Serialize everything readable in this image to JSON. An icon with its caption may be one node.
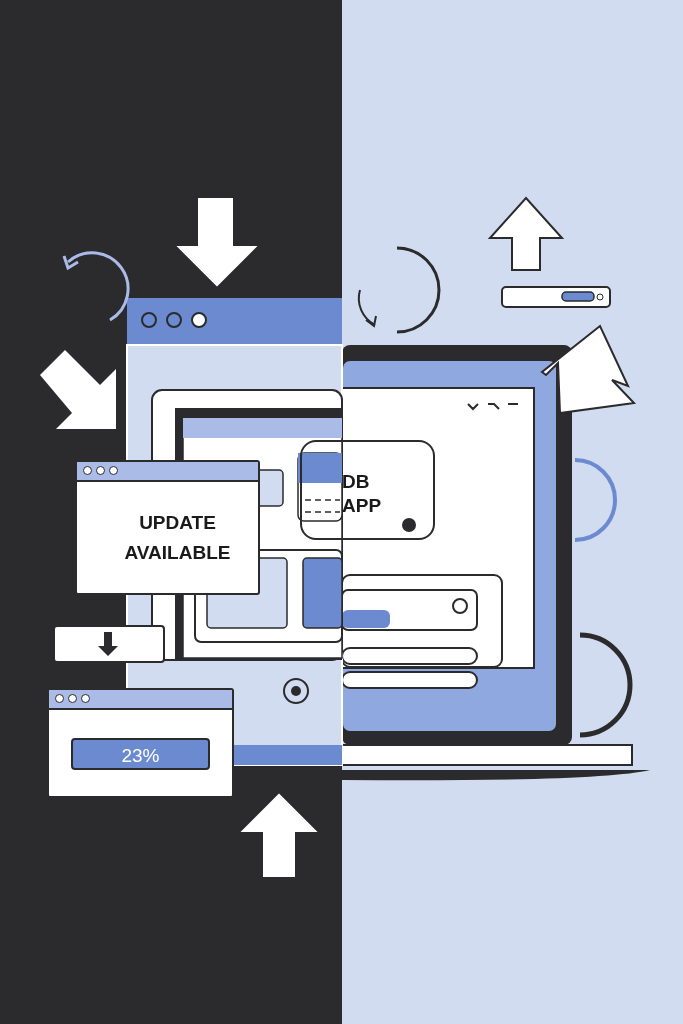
{
  "diagram": {
    "nodes": [
      {
        "text": [
          "UPDATE AVAILABLE"
        ]
      },
      {
        "text": [
          "23%"
        ]
      },
      {
        "text": [
          "DB APP"
        ]
      }
    ]
  }
}
